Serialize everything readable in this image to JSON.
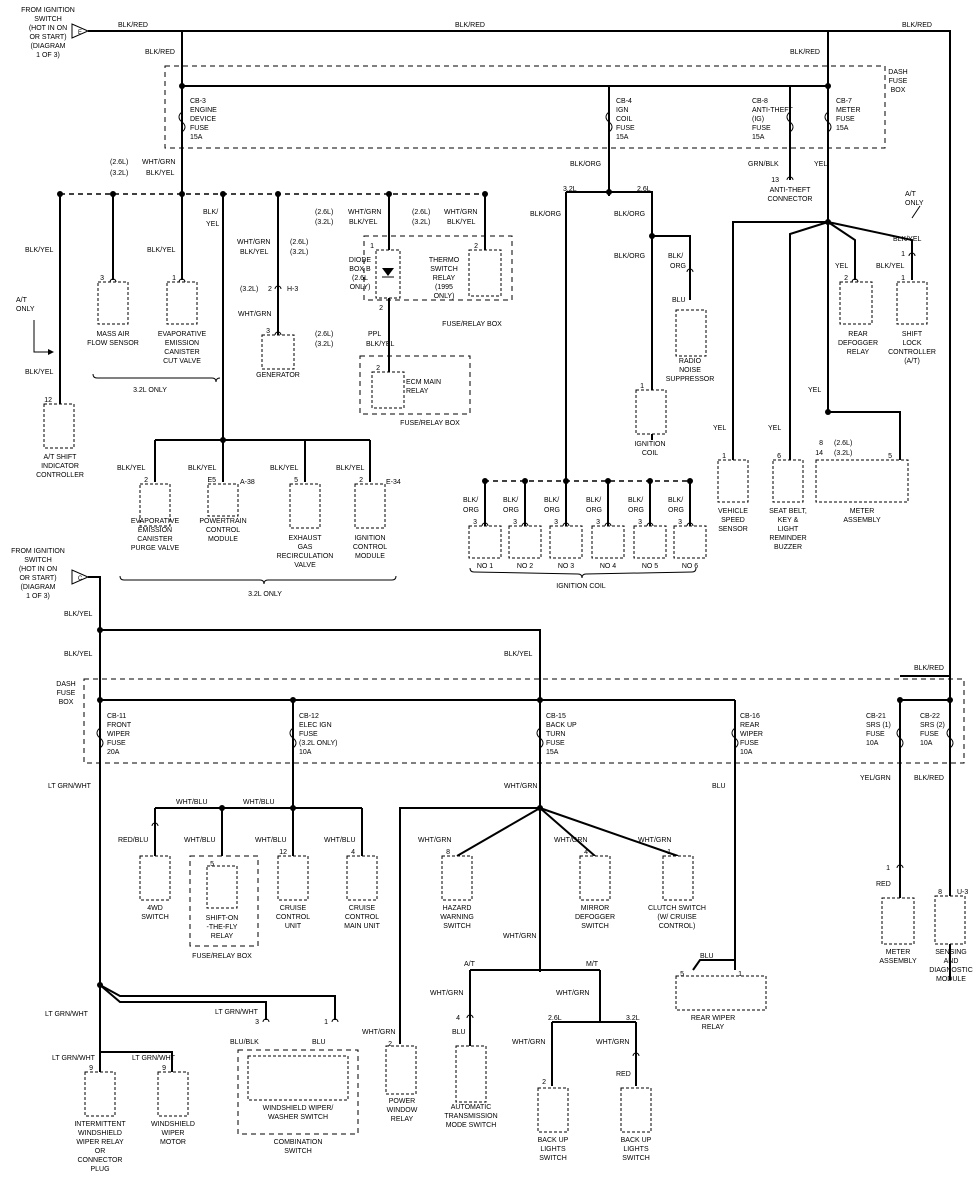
{
  "sources": {
    "ign_top": [
      "FROM IGNITION",
      "SWITCH",
      "(HOT IN ON",
      "OR START)",
      "(DIAGRAM",
      "1 OF 3)"
    ],
    "ign_top_tag": "E",
    "ign_mid": [
      "FROM IGNITION",
      "SWITCH",
      "(HOT IN ON",
      "OR START)",
      "(DIAGRAM",
      "1 OF 3)"
    ],
    "ign_mid_tag": "C"
  },
  "fuse_boxes": {
    "dash_top": [
      "DASH",
      "FUSE",
      "BOX"
    ],
    "dash_mid": [
      "DASH",
      "FUSE",
      "BOX"
    ]
  },
  "fuses": {
    "cb3": [
      "CB-3",
      "ENGINE",
      "DEVICE",
      "FUSE",
      "15A"
    ],
    "cb4": [
      "CB-4",
      "IGN",
      "COIL",
      "FUSE",
      "15A"
    ],
    "cb8": [
      "CB-8",
      "ANTI-THEFT",
      "(IG)",
      "FUSE",
      "15A"
    ],
    "cb7": [
      "CB-7",
      "METER",
      "FUSE",
      "15A"
    ],
    "cb11": [
      "CB-11",
      "FRONT",
      "WIPER",
      "FUSE",
      "20A"
    ],
    "cb12": [
      "CB-12",
      "ELEC IGN",
      "FUSE",
      "(3.2L ONLY)",
      "10A"
    ],
    "cb15": [
      "CB-15",
      "BACK UP",
      "TURN",
      "FUSE",
      "15A"
    ],
    "cb16": [
      "CB-16",
      "REAR",
      "WIPER",
      "FUSE",
      "10A"
    ],
    "cb21": [
      "CB-21",
      "SRS (1)",
      "FUSE",
      "10A"
    ],
    "cb22": [
      "CB-22",
      "SRS (2)",
      "FUSE",
      "10A"
    ]
  },
  "components": {
    "maf": [
      "MASS AIR",
      "FLOW SENSOR"
    ],
    "evap_cut": [
      "EVAPORATIVE",
      "EMISSION",
      "CANISTER",
      "CUT VALVE"
    ],
    "at_shift": [
      "A/T SHIFT",
      "INDICATOR",
      "CONTROLLER"
    ],
    "generator": [
      "GENERATOR"
    ],
    "diode": [
      "DIODE",
      "BOX B",
      "(2.6L",
      "ONLY)"
    ],
    "thermo": [
      "THERMO",
      "SWITCH",
      "RELAY",
      "(1995",
      "ONLY)"
    ],
    "ecm_relay": [
      "ECM MAIN",
      "RELAY"
    ],
    "radio_noise": [
      "RADIO",
      "NOISE",
      "SUPPRESSOR"
    ],
    "ign_coil_26": [
      "IGNITION",
      "COIL"
    ],
    "anti_theft": [
      "ANTI-THEFT",
      "CONNECTOR"
    ],
    "rear_defog": [
      "REAR",
      "DEFOGGER",
      "RELAY"
    ],
    "shift_lock": [
      "SHIFT",
      "LOCK",
      "CONTROLLER",
      "(A/T)"
    ],
    "vss": [
      "VEHICLE",
      "SPEED",
      "SENSOR"
    ],
    "seatbelt": [
      "SEAT BELT,",
      "KEY &",
      "LIGHT",
      "REMINDER",
      "BUZZER"
    ],
    "meter_top": [
      "METER",
      "ASSEMBLY"
    ],
    "evap_purge": [
      "EVAPORATIVE",
      "EMISSION",
      "CANISTER",
      "PURGE VALVE"
    ],
    "pcm": [
      "POWERTRAIN",
      "CONTROL",
      "MODULE"
    ],
    "egr": [
      "EXHAUST",
      "GAS",
      "RECIRCULATION",
      "VALVE"
    ],
    "icm": [
      "IGNITION",
      "CONTROL",
      "MODULE"
    ],
    "coils": [
      "NO 1",
      "NO 2",
      "NO 3",
      "NO 4",
      "NO 5",
      "NO 6"
    ],
    "sw_4wd": [
      "4WD",
      "SWITCH"
    ],
    "shift_fly": [
      "SHIFT-ON",
      "-THE-FLY",
      "RELAY"
    ],
    "cruise_unit": [
      "CRUISE",
      "CONTROL",
      "UNIT"
    ],
    "cruise_main": [
      "CRUISE",
      "CONTROL",
      "MAIN UNIT"
    ],
    "hazard": [
      "HAZARD",
      "WARNING",
      "SWITCH"
    ],
    "mirror": [
      "MIRROR",
      "DEFOGGER",
      "SWITCH"
    ],
    "clutch": [
      "CLUTCH SWITCH",
      "(W/ CRUISE",
      "CONTROL)"
    ],
    "meter_bot": [
      "METER",
      "ASSEMBLY"
    ],
    "sdm": [
      "SENSING",
      "AND",
      "DIAGNOSTIC",
      "MODULE"
    ],
    "rear_wiper": [
      "REAR WIPER",
      "RELAY"
    ],
    "int_wiper": [
      "INTERMITTENT",
      "WINDSHIELD",
      "WIPER RELAY",
      "OR",
      "CONNECTOR",
      "PLUG"
    ],
    "ws_motor": [
      "WINDSHIELD",
      "WIPER",
      "MOTOR"
    ],
    "ws_switch": [
      "WINDSHIELD WIPER/",
      "WASHER SWITCH"
    ],
    "combo": [
      "COMBINATION",
      "SWITCH"
    ],
    "power_window": [
      "POWER",
      "WINDOW",
      "RELAY"
    ],
    "atm_switch": [
      "AUTOMATIC",
      "TRANSMISSION",
      "MODE SWITCH"
    ],
    "backup_1": [
      "BACK UP",
      "LIGHTS",
      "SWITCH"
    ],
    "backup_2": [
      "BACK UP",
      "LIGHTS",
      "SWITCH"
    ]
  },
  "group_labels": {
    "only_32_a": "3.2L ONLY",
    "only_32_b": "3.2L ONLY",
    "fuse_relay_1": "FUSE/RELAY BOX",
    "fuse_relay_2": "FUSE/RELAY BOX",
    "fuse_relay_3": "FUSE/RELAY BOX",
    "ign_coil": "IGNITION COIL",
    "at_only_left": [
      "A/T",
      "ONLY"
    ],
    "at_only_right": [
      "A/T",
      "ONLY"
    ]
  },
  "wire_labels": [
    {
      "id": "w1",
      "t": "BLK/RED"
    },
    {
      "id": "w2",
      "t": "BLK/RED"
    },
    {
      "id": "w3",
      "t": "BLK/RED"
    },
    {
      "id": "w4",
      "t": "BLK/RED"
    },
    {
      "id": "w5",
      "t": "BLK/RED"
    },
    {
      "id": "w6",
      "t": "(2.6L)"
    },
    {
      "id": "w7",
      "t": "(3.2L)"
    },
    {
      "id": "w8",
      "t": "WHT/GRN"
    },
    {
      "id": "w9",
      "t": "BLK/YEL"
    },
    {
      "id": "w10",
      "t": "BLK/ORG"
    },
    {
      "id": "w11",
      "t": "GRN/BLK"
    },
    {
      "id": "w12",
      "t": "YEL"
    },
    {
      "id": "w13",
      "t": "BLK/YEL"
    },
    {
      "id": "w14",
      "t": "BLK/YEL"
    },
    {
      "id": "w15",
      "t": "BLK/"
    },
    {
      "id": "w16",
      "t": "YEL"
    },
    {
      "id": "w17",
      "t": "WHT/GRN"
    },
    {
      "id": "w18",
      "t": "BLK/YEL"
    },
    {
      "id": "w19",
      "t": "(2.6L)"
    },
    {
      "id": "w20",
      "t": "(3.2L)"
    },
    {
      "id": "w21",
      "t": "(3.2L)"
    },
    {
      "id": "w22",
      "t": "H-3"
    },
    {
      "id": "w23",
      "t": "WHT/GRN"
    },
    {
      "id": "w24",
      "t": "(2.6L)"
    },
    {
      "id": "w25",
      "t": "(3.2L)"
    },
    {
      "id": "w26",
      "t": "WHT/GRN"
    },
    {
      "id": "w27",
      "t": "BLK/YEL"
    },
    {
      "id": "w28",
      "t": "(2.6L)"
    },
    {
      "id": "w29",
      "t": "(3.2L)"
    },
    {
      "id": "w30",
      "t": "WHT/GRN"
    },
    {
      "id": "w31",
      "t": "BLK/YEL"
    },
    {
      "id": "w32",
      "t": "(2.6L)"
    },
    {
      "id": "w33",
      "t": "(3.2L)"
    },
    {
      "id": "w34",
      "t": "PPL"
    },
    {
      "id": "w35",
      "t": "BLK/YEL"
    },
    {
      "id": "w36",
      "t": "3.2L"
    },
    {
      "id": "w37",
      "t": "2.6L"
    },
    {
      "id": "w38",
      "t": "BLK/ORG"
    },
    {
      "id": "w39",
      "t": "BLK/ORG"
    },
    {
      "id": "w40",
      "t": "BLK/ORG"
    },
    {
      "id": "w41",
      "t": "BLK/"
    },
    {
      "id": "w42",
      "t": "ORG"
    },
    {
      "id": "w43",
      "t": "BLU"
    },
    {
      "id": "w44",
      "t": "BLK/YEL"
    },
    {
      "id": "w45",
      "t": "YEL"
    },
    {
      "id": "w46",
      "t": "BLK/YEL"
    },
    {
      "id": "w47",
      "t": "YEL"
    },
    {
      "id": "w48",
      "t": "YEL"
    },
    {
      "id": "w49",
      "t": "YEL"
    },
    {
      "id": "w50",
      "t": "YEL"
    },
    {
      "id": "w51",
      "t": "(2.6L)"
    },
    {
      "id": "w52",
      "t": "(3.2L)"
    },
    {
      "id": "w53",
      "t": "BLK/YEL"
    },
    {
      "id": "w54",
      "t": "BLK/YEL"
    },
    {
      "id": "w55",
      "t": "BLK/YEL"
    },
    {
      "id": "w56",
      "t": "BLK/YEL"
    },
    {
      "id": "w57",
      "t": "A-38"
    },
    {
      "id": "w58",
      "t": "E-34"
    },
    {
      "id": "w59",
      "t": "BLK/"
    },
    {
      "id": "w60",
      "t": "ORG"
    },
    {
      "id": "w61",
      "t": "BLK/"
    },
    {
      "id": "w62",
      "t": "ORG"
    },
    {
      "id": "w63",
      "t": "BLK/"
    },
    {
      "id": "w64",
      "t": "ORG"
    },
    {
      "id": "w65",
      "t": "BLK/"
    },
    {
      "id": "w66",
      "t": "ORG"
    },
    {
      "id": "w67",
      "t": "BLK/"
    },
    {
      "id": "w68",
      "t": "ORG"
    },
    {
      "id": "w69",
      "t": "BLK/"
    },
    {
      "id": "w70",
      "t": "ORG"
    },
    {
      "id": "w71",
      "t": "BLK/YEL"
    },
    {
      "id": "w72",
      "t": "BLK/YEL"
    },
    {
      "id": "w73",
      "t": "BLK/YEL"
    },
    {
      "id": "w74",
      "t": "BLK/RED"
    },
    {
      "id": "w75",
      "t": "LT GRN/WHT"
    },
    {
      "id": "w76",
      "t": "WHT/BLU"
    },
    {
      "id": "w77",
      "t": "WHT/BLU"
    },
    {
      "id": "w78",
      "t": "WHT/GRN"
    },
    {
      "id": "w79",
      "t": "BLU"
    },
    {
      "id": "w80",
      "t": "YEL/GRN"
    },
    {
      "id": "w81",
      "t": "BLK/RED"
    },
    {
      "id": "w82",
      "t": "RED/BLU"
    },
    {
      "id": "w83",
      "t": "WHT/BLU"
    },
    {
      "id": "w84",
      "t": "WHT/BLU"
    },
    {
      "id": "w85",
      "t": "WHT/BLU"
    },
    {
      "id": "w86",
      "t": "WHT/GRN"
    },
    {
      "id": "w87",
      "t": "WHT/GRN"
    },
    {
      "id": "w88",
      "t": "WHT/GRN"
    },
    {
      "id": "w89",
      "t": "RED"
    },
    {
      "id": "w90",
      "t": "U-3"
    },
    {
      "id": "w91",
      "t": "WHT/GRN"
    },
    {
      "id": "w92",
      "t": "A/T"
    },
    {
      "id": "w93",
      "t": "M/T"
    },
    {
      "id": "w94",
      "t": "WHT/GRN"
    },
    {
      "id": "w95",
      "t": "WHT/GRN"
    },
    {
      "id": "w96",
      "t": "BLU"
    },
    {
      "id": "w97",
      "t": "2.6L"
    },
    {
      "id": "w98",
      "t": "3.2L"
    },
    {
      "id": "w99",
      "t": "WHT/GRN"
    },
    {
      "id": "w100",
      "t": "WHT/GRN"
    },
    {
      "id": "w101",
      "t": "RED"
    },
    {
      "id": "w102",
      "t": "WHT/GRN"
    },
    {
      "id": "w103",
      "t": "BLU"
    },
    {
      "id": "w104",
      "t": "LT GRN/WHT"
    },
    {
      "id": "w105",
      "t": "LT GRN/WHT"
    },
    {
      "id": "w106",
      "t": "LT GRN/WHT"
    },
    {
      "id": "w107",
      "t": "LT GRN/WHT"
    },
    {
      "id": "w108",
      "t": "BLU/BLK"
    },
    {
      "id": "w109",
      "t": "BLU"
    },
    {
      "id": "w110",
      "t": "BLK/YEL"
    }
  ],
  "pin_labels": [
    {
      "id": "p1",
      "t": "3"
    },
    {
      "id": "p2",
      "t": "1"
    },
    {
      "id": "p3",
      "t": "12"
    },
    {
      "id": "p4",
      "t": "2"
    },
    {
      "id": "p5",
      "t": "3"
    },
    {
      "id": "p6",
      "t": "1"
    },
    {
      "id": "p7",
      "t": "2"
    },
    {
      "id": "p8",
      "t": "2"
    },
    {
      "id": "p9",
      "t": "2"
    },
    {
      "id": "p10",
      "t": "1"
    },
    {
      "id": "p11",
      "t": "13"
    },
    {
      "id": "p12",
      "t": "2"
    },
    {
      "id": "p13",
      "t": "1"
    },
    {
      "id": "p14",
      "t": "1"
    },
    {
      "id": "p15",
      "t": "6"
    },
    {
      "id": "p16",
      "t": "8"
    },
    {
      "id": "p17",
      "t": "14"
    },
    {
      "id": "p18",
      "t": "5"
    },
    {
      "id": "p19",
      "t": "2"
    },
    {
      "id": "p20",
      "t": "E5"
    },
    {
      "id": "p21",
      "t": "5"
    },
    {
      "id": "p22",
      "t": "2"
    },
    {
      "id": "p23",
      "t": "3"
    },
    {
      "id": "p24",
      "t": "3"
    },
    {
      "id": "p25",
      "t": "3"
    },
    {
      "id": "p26",
      "t": "3"
    },
    {
      "id": "p27",
      "t": "3"
    },
    {
      "id": "p28",
      "t": "3"
    },
    {
      "id": "p29",
      "t": "5"
    },
    {
      "id": "p30",
      "t": "12"
    },
    {
      "id": "p31",
      "t": "4"
    },
    {
      "id": "p32",
      "t": "8"
    },
    {
      "id": "p33",
      "t": "4"
    },
    {
      "id": "p34",
      "t": "1"
    },
    {
      "id": "p35",
      "t": "1"
    },
    {
      "id": "p36",
      "t": "8"
    },
    {
      "id": "p37",
      "t": "5"
    },
    {
      "id": "p38",
      "t": "1"
    },
    {
      "id": "p39",
      "t": "4"
    },
    {
      "id": "p40",
      "t": "2"
    },
    {
      "id": "p41",
      "t": "1"
    },
    {
      "id": "p42",
      "t": "2"
    },
    {
      "id": "p43",
      "t": "9"
    },
    {
      "id": "p44",
      "t": "9"
    },
    {
      "id": "p45",
      "t": "3"
    },
    {
      "id": "p46",
      "t": "1"
    }
  ]
}
